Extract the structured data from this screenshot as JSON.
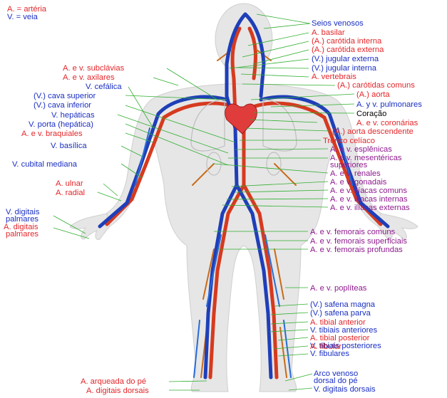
{
  "colors": {
    "artery": "#e3262a",
    "vein": "#1a2fc2",
    "both": "#8e1a8e",
    "leader": "#2fae2f",
    "body": "#e6e6e6"
  },
  "legend": {
    "artery": "A. = artéria",
    "vein": "V. = veia"
  },
  "labels": {
    "seios_venosos": "Seios venosos",
    "basilar": "A. basilar",
    "carotida_interna": "(A.) carótida interna",
    "carotida_externa": "(A.) carótida externa",
    "jugular_externa": "(V.) jugular externa",
    "jugular_interna": "(V.) jugular interna",
    "vertebrais": "A. vertebrais",
    "carotidas_comuns": "(A.) carótidas comuns",
    "aorta": "(A.) aorta",
    "pulmonares": "A. y v. pulmonares",
    "coracao": "Coração",
    "coronarias": "A. e v. coronárias",
    "aorta_descendente": "(A.) aorta descendente",
    "tronco_celiaco": "Tronco celíaco",
    "esplenicas": "A. e v. esplênicas",
    "mesentericas_1": "A. e v. mesentéricas",
    "mesentericas_2": "superiores",
    "renales": "A. e v. renales",
    "gonadais": "A. e v. gonadais",
    "iliacas_comuns": "A. e v. ilíacas comuns",
    "iliacas_internas": "A. e v. ilíacas internas",
    "iliacas_externas": "A. e v. ilíacas externas",
    "femorais_comuns": "A. e v. femorais comuns",
    "femorais_superficiais": "A. e v. femorais superficiais",
    "femorais_profundas": "A. e v. femorais profundas",
    "popliteas": "A. e v. poplíteas",
    "safena_magna": "(V.) safena magna",
    "safena_parva": "(V.) safena parva",
    "tibial_anterior": "A. tibial anterior",
    "tibiais_anteriores": "V. tibiais anteriores",
    "tibial_posterior": "A. tibial posterior",
    "tibiais_posteriores": "V. tibiais posteriores",
    "fibular": "A. fibular",
    "fibulares": "V. fibulares",
    "arco_venoso_1": "Arco venoso",
    "arco_venoso_2": "dorsal do pé",
    "digitais_dorsais_v": "V. digitais dorsais",
    "subclavias": "A. e v. subclávias",
    "axilares": "A. e v. axilares",
    "cefalica": "V. cefálica",
    "cava_superior": "(V.) cava superior",
    "cava_inferior": "(V.) cava inferior",
    "hepaticas": "V. hepáticas",
    "porta": "V. porta (hepática)",
    "braquiales": "A. e v. braquiales",
    "basilica": "V. basílica",
    "cubital_mediana": "V. cubital mediana",
    "ulnar": "A. ulnar",
    "radial": "A. radial",
    "digitais_palmares_v_1": "V. digitais",
    "digitais_palmares_v_2": "palmares",
    "digitais_palmares_a_1": "A. digitais",
    "digitais_palmares_a_2": "palmares",
    "arqueada": "A. arqueada do pé",
    "digitais_dorsais_a": "A. digitais dorsais"
  }
}
